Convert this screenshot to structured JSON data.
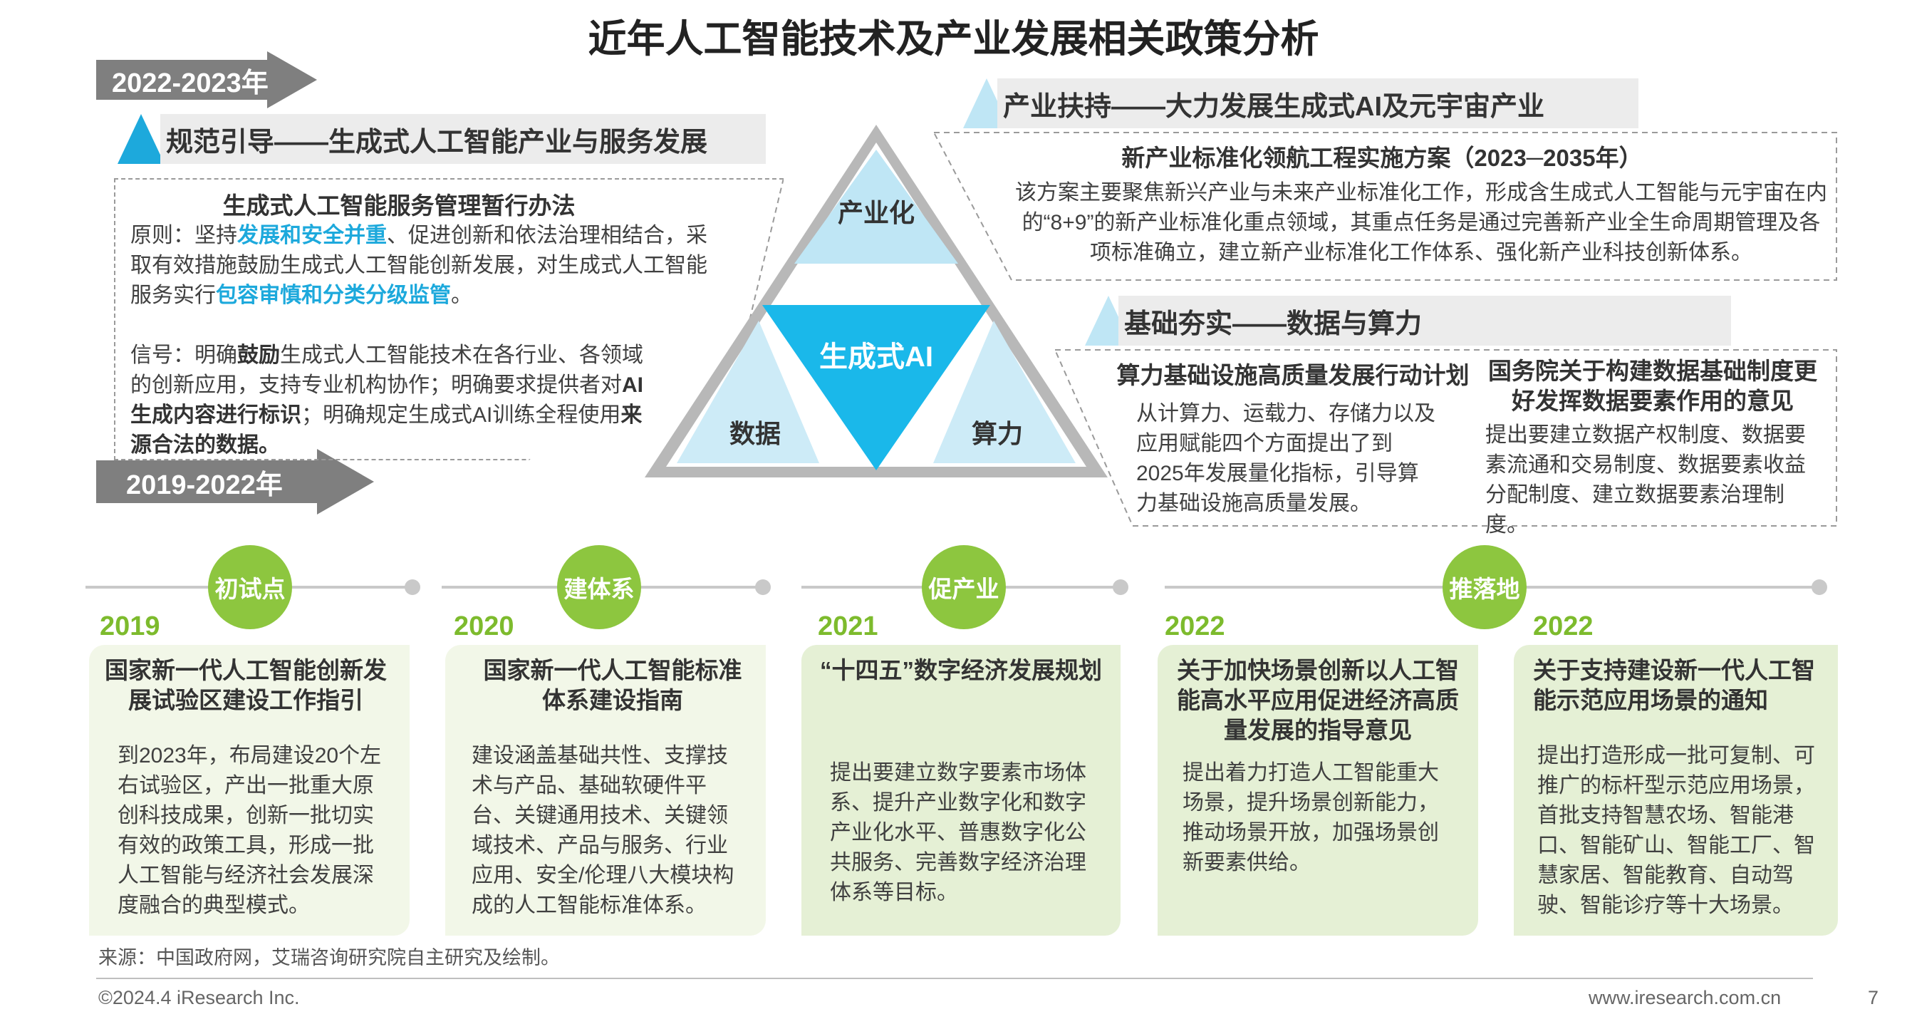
{
  "title": "近年人工智能技术及产业发展相关政策分析",
  "periods": {
    "recent": "2022-2023年",
    "earlier": "2019-2022年"
  },
  "left_section": {
    "heading": "规范引导——生成式人工智能产业与服务发展",
    "box_title": "生成式人工智能服务管理暂行办法",
    "principle": {
      "p1": "原则：坚持",
      "h1": "发展和安全并重",
      "p2": "、促进创新和依法治理相结合，采取有效措施鼓励生成式人工智能创新发展，对生成式人工智能服务实行",
      "h2": "包容审慎和分类分级监管",
      "p3": "。"
    },
    "signal": {
      "p1": "信号：明确",
      "b1": "鼓励",
      "p2": "生成式人工智能技术在各行业、各领域的创新应用，支持专业机构协作；明确要求提供者对",
      "b2": "AI生成内容进行标识",
      "p3": "；明确规定生成式AI训练全程使用",
      "b3": "来源合法的数据。"
    }
  },
  "pyramid": {
    "top": "产业化",
    "center": "生成式AI",
    "left": "数据",
    "right": "算力"
  },
  "right_top": {
    "heading": "产业扶持——大力发展生成式AI及元宇宙产业",
    "box_title": "新产业标准化领航工程实施方案（2023─2035年）",
    "body": "该方案主要聚焦新兴产业与未来产业标准化工作，形成含生成式人工智能与元宇宙在内的“8+9”的新产业标准化重点领域，其重点任务是通过完善新产业全生命周期管理及各项标准确立，建立新产业标准化工作体系、强化新产业科技创新体系。"
  },
  "right_bottom": {
    "heading": "基础夯实——数据与算力",
    "col1_title": "算力基础设施高质量发展行动计划",
    "col1_body": "从计算力、运载力、存储力以及应用赋能四个方面提出了到2025年发展量化指标，引导算力基础设施高质量发展。",
    "col2_title": "国务院关于构建数据基础制度更好发挥数据要素作用的意见",
    "col2_body": "提出要建立数据产权制度、数据要素流通和交易制度、数据要素收益分配制度、建立数据要素治理制度。"
  },
  "badges": [
    "初试点",
    "建体系",
    "促产业",
    "推落地"
  ],
  "cards": [
    {
      "year": "2019",
      "title": "国家新一代人工智能创新发展试验区建设工作指引",
      "body": "到2023年，布局建设20个左右试验区，产出一批重大原创科技成果，创新一批切实有效的政策工具，形成一批人工智能与经济社会发展深度融合的典型模式。",
      "color": "#f2f7e8"
    },
    {
      "year": "2020",
      "title": "国家新一代人工智能标准体系建设指南",
      "body": "建设涵盖基础共性、支撑技术与产品、基础软硬件平台、关键通用技术、关键领域技术、产品与服务、行业应用、安全/伦理八大模块构成的人工智能标准体系。",
      "color": "#f2f7e8"
    },
    {
      "year": "2021",
      "title": "“十四五”数字经济发展规划",
      "body": "提出要建立数字要素市场体系、提升产业数字化和数字产业化水平、普惠数字化公共服务、完善数字经济治理体系等目标。",
      "color": "#e5f0d5"
    },
    {
      "year": "2022",
      "title": "关于加快场景创新以人工智能高水平应用促进经济高质量发展的指导意见",
      "body": "提出着力打造人工智能重大场景，提升场景创新能力，推动场景开放，加强场景创新要素供给。",
      "color": "#e5f0d5"
    },
    {
      "year": "2022",
      "title": "关于支持建设新一代人工智能示范应用场景的通知",
      "body": "提出打造形成一批可复制、可推广的标杆型示范应用场景，首批支持智慧农场、智能港口、智能矿山、智能工厂、智慧家居、智能教育、自动驾驶、智能诊疗等十大场景。",
      "color": "#e5f0d5"
    }
  ],
  "source": "来源：中国政府网，艾瑞咨询研究院自主研究及绘制。",
  "copyright": "©2024.4 iResearch Inc.",
  "website": "www.iresearch.com.cn",
  "page_number": "7",
  "colors": {
    "accent_blue": "#1da9dc",
    "light_blue": "#bfe6f5",
    "green": "#8dc63f",
    "year_green": "#7dbb2d",
    "arrow_gray": "#7f7f7f"
  }
}
